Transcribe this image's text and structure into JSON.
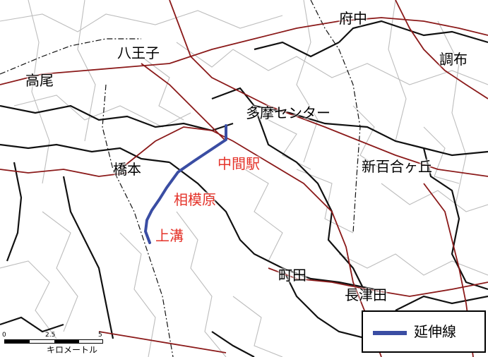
{
  "map": {
    "stations": {
      "fuchu": "府中",
      "hachioji": "八王子",
      "chofu": "調布",
      "takao": "高尾",
      "tama_center": "多摩センター",
      "hashimoto": "橋本",
      "shinyurigaoka": "新百合ヶ丘",
      "machida": "町田",
      "nagatsuta": "長津田"
    },
    "extension_stations": {
      "chukan": "中間駅",
      "sagamihara": "相模原",
      "kamimizo": "上溝"
    }
  },
  "legend": {
    "label": "延伸線",
    "color": "#3a4da3"
  },
  "scale_bar": {
    "ticks": [
      "0",
      "2.5",
      "5"
    ],
    "unit": "キロメートル"
  },
  "colors": {
    "extension_line": "#3a4da3",
    "railway": "#8b1a1a",
    "extension_station_label": "#e4332a",
    "boundary_major": "#000000",
    "boundary_minor": "#bdbdbd"
  }
}
